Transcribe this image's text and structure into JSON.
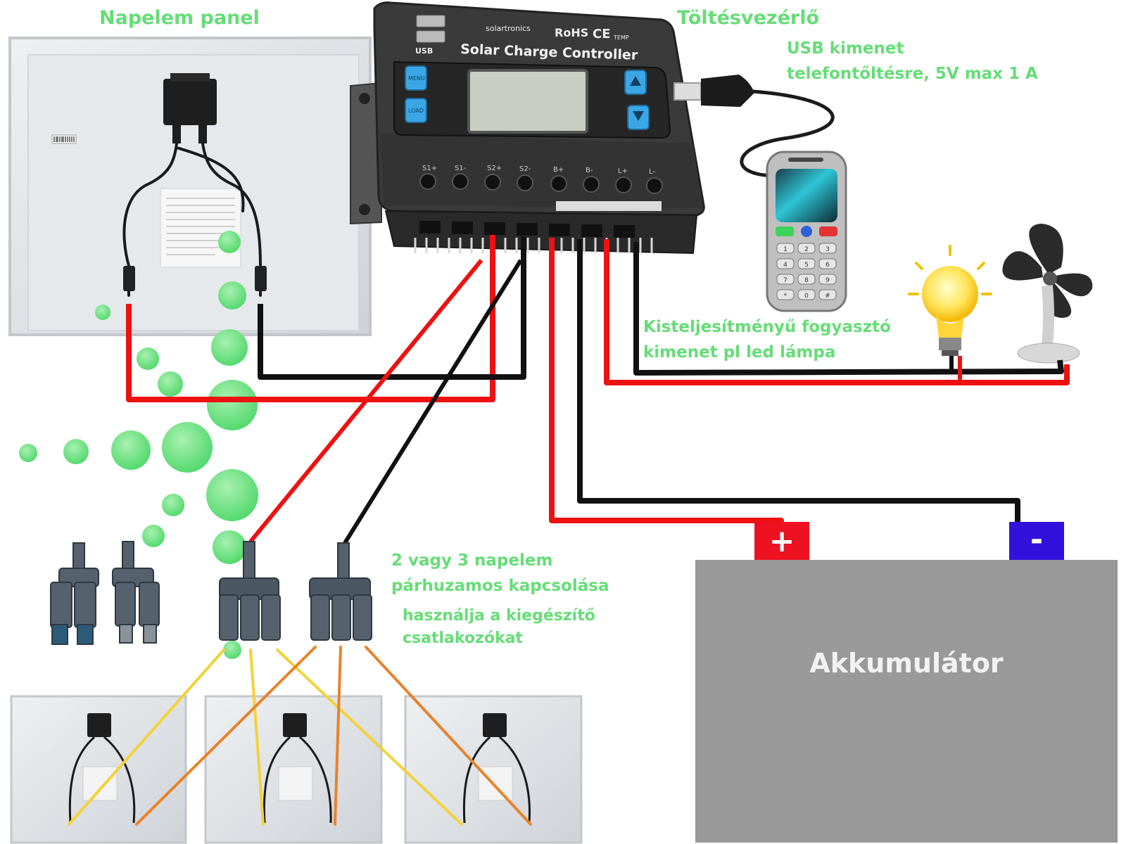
{
  "labels": {
    "panel_title": "Napelem panel",
    "controller_title": "Töltésvezérlő",
    "usb_output_1": "USB kimenet",
    "usb_output_2": "telefontőltésre, 5V max 1 A",
    "load_output_1": "Kisteljesítményű fogyasztó",
    "load_output_2": "kimenet pl led lámpa",
    "parallel_1": "2 vagy 3 napelem",
    "parallel_2": "párhuzamos kapcsolása",
    "connectors_1": "használja a kiegészítő",
    "connectors_2": "csatlakozókat",
    "battery": "Akkumulátor",
    "battery_plus": "+",
    "battery_minus": "-"
  },
  "controller": {
    "brand": "solartronics",
    "model": "Solar Charge Controller",
    "rohs": "RoHS",
    "ce": "CE",
    "temp": "TEMP",
    "usb": "USB",
    "menu_button": "MENU",
    "load_button": "LOAD",
    "terminals": [
      "S1+",
      "S1-",
      "S2+",
      "S2-",
      "B+",
      "B-",
      "L+",
      "L-"
    ]
  },
  "phone": {
    "keys": [
      "1",
      "2",
      "3",
      "4",
      "5",
      "6",
      "7",
      "8",
      "9",
      "*",
      "0",
      "#"
    ]
  },
  "colors": {
    "label_green": "#66dd77",
    "wire_red": "#ee1111",
    "wire_black": "#111111",
    "wire_yellow": "#f2d23a",
    "wire_orange": "#e8822a",
    "battery_body": "#999999",
    "battery_plus": "#ee1122",
    "battery_minus": "#3311dd",
    "controller_body": "#3a3a3a",
    "lcd": "#c9cfc4",
    "button_blue": "#3aa6e6"
  }
}
